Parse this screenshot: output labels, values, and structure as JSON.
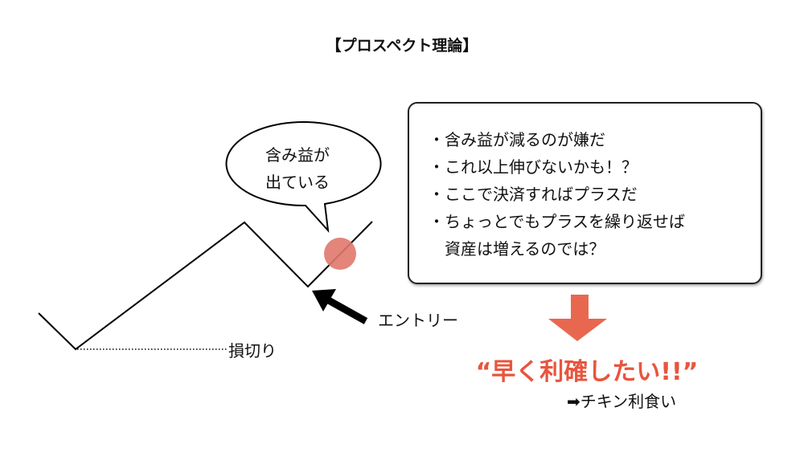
{
  "title": "【プロスペクト理論】",
  "bubble": {
    "line1": "含み益が",
    "line2": "出ている"
  },
  "box": {
    "lines": [
      "・含み益が減るのが嫌だ",
      "・これ以上伸びないかも！？",
      "・ここで決済すればプラスだ",
      "・ちょっとでもプラスを繰り返せば",
      "　資産は増えるのでは？"
    ]
  },
  "labels": {
    "entry": "エントリー",
    "stop_loss": "損切り"
  },
  "conclusion": {
    "quote": "“早く利確したい!!”",
    "result": "➡チキン利食い"
  },
  "colors": {
    "accent": "#e8553e",
    "circle": "#e0786b"
  }
}
